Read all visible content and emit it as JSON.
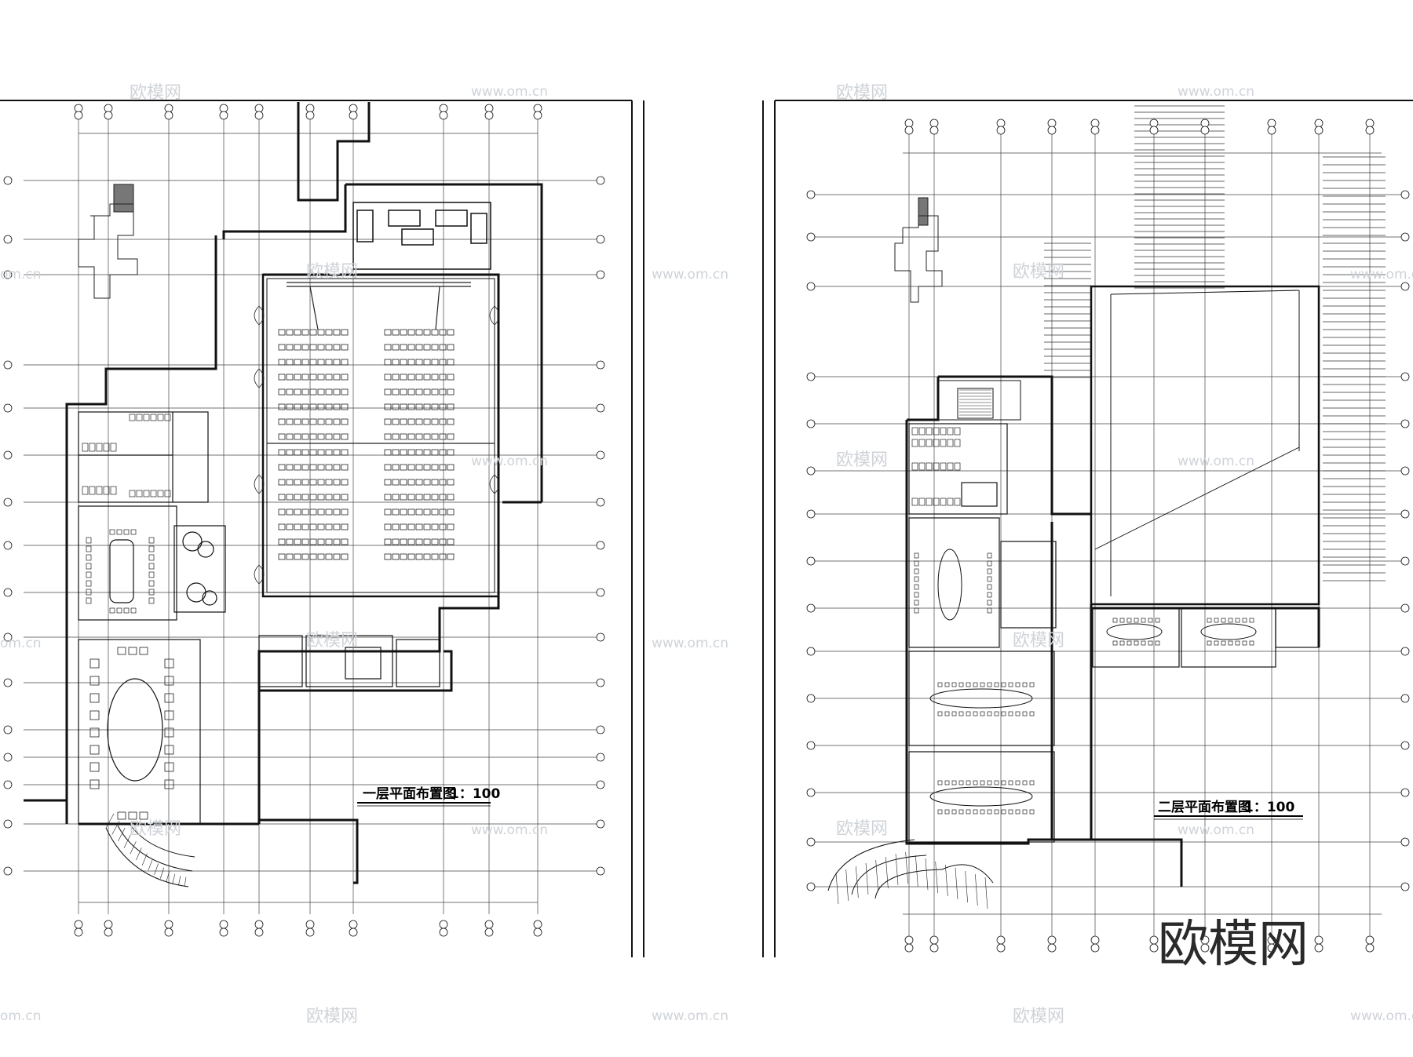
{
  "plans": {
    "floor1_title": "一层平面布置图",
    "floor1_scale": "1：100",
    "floor2_title": "二层平面布置图",
    "floor2_scale": "1：100"
  },
  "watermark": {
    "brand": "欧模网",
    "url": "www.om.cn",
    "url_short": "om.cn"
  },
  "colors": {
    "line": "#111111",
    "grid": "#333333",
    "watermark": "#cfd3d8"
  }
}
